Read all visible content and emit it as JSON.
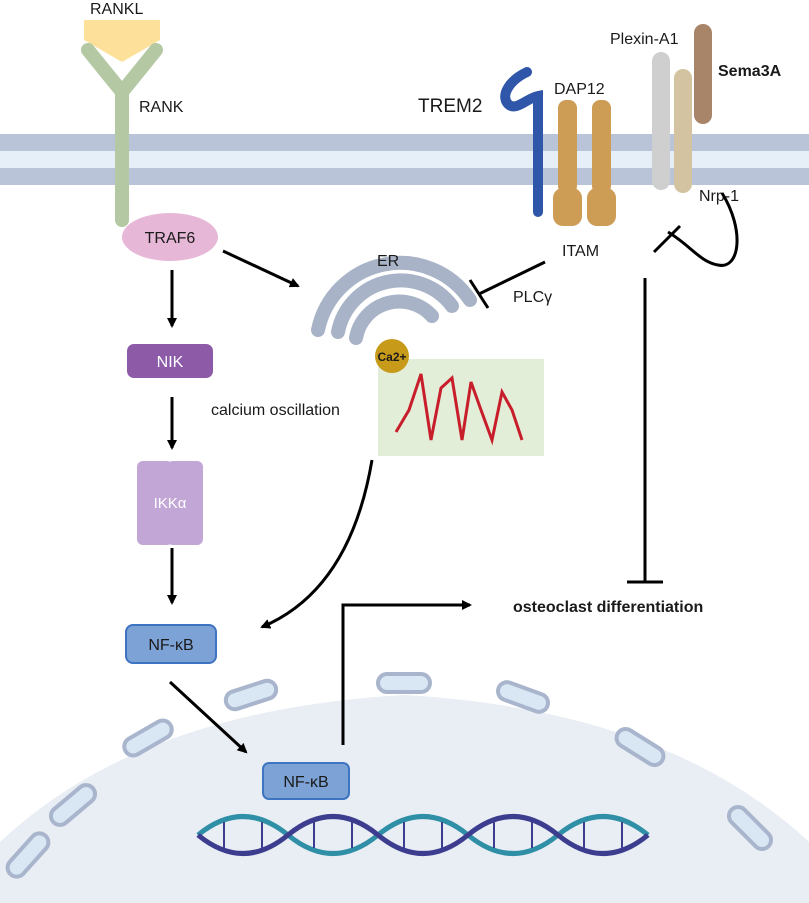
{
  "labels": {
    "rankl": "RANKL",
    "rank": "RANK",
    "traf6": "TRAF6",
    "nik": "NIK",
    "ikka": "IKKα",
    "nfkb_cyto": "NF-κB",
    "nfkb_nuc": "NF-κB",
    "trem2": "TREM2",
    "dap12": "DAP12",
    "itam": "ITAM",
    "plexin": "Plexin-A1",
    "sema3a": "Sema3A",
    "nrp1": "Nrp-1",
    "er": "ER",
    "plcg": "PLCγ",
    "ca": "Ca2+",
    "calcium": "calcium oscillation",
    "osteo": "osteoclast differentiation"
  },
  "colors": {
    "membrane_outer": "#b9c4d8",
    "membrane_inner": "#e6eef8",
    "rankl": "#fde19a",
    "rank": "#b4c8a3",
    "traf6": "#e7b7d7",
    "nik": "#8d5aa8",
    "ikka": "#c2a6d6",
    "nfkb_fill": "#7da2d6",
    "nfkb_stroke": "#3e74c0",
    "trem2": "#2f56a8",
    "dap12": "#cd9c55",
    "plexin": "#cfcfcf",
    "nrp1": "#d4c3a1",
    "sema3a": "#a88468",
    "er": "#a9b3c7",
    "ca": "#c79a1a",
    "ca_box": "#e3eed8",
    "oscillation": "#c81e2b",
    "nucleus": "#e9edf4",
    "nuclear_pore": "#d9e6f4",
    "dna_a": "#2e8fa6",
    "dna_b": "#3d3d8f"
  }
}
